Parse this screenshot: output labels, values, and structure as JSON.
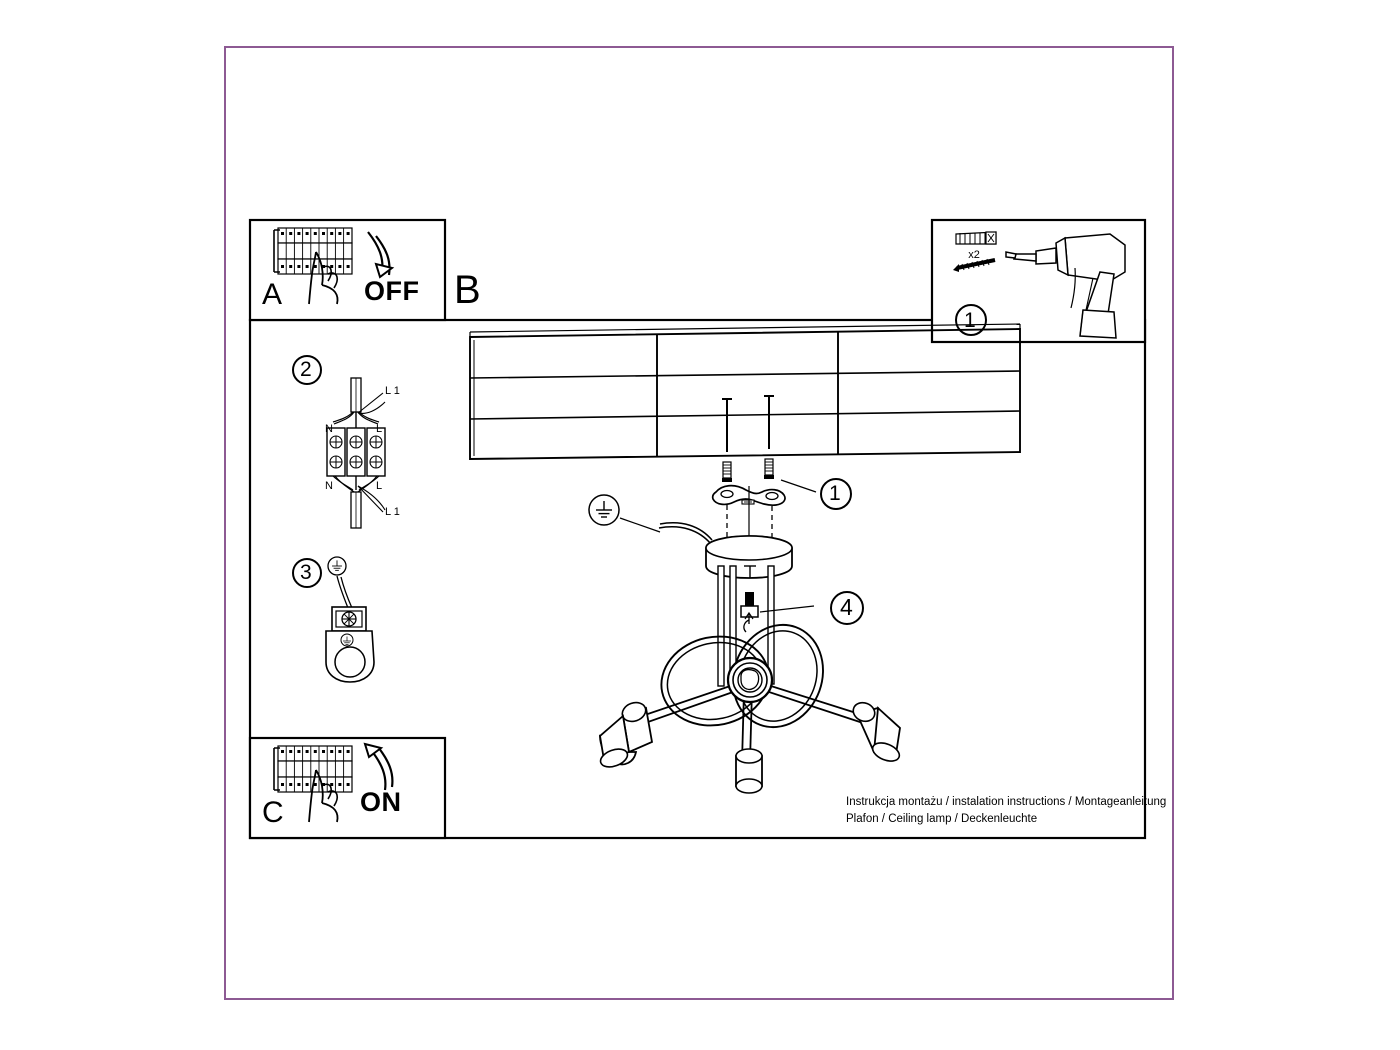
{
  "document": {
    "type": "assembly-instruction-sheet",
    "caption_line1": "Instrukcja montażu / instalation instructions / Montageanleitung",
    "caption_line2": "Plafon / Ceiling lamp / Deckenleuchte",
    "border_color": "#8d5a93",
    "ink_color": "#000000"
  },
  "panels": {
    "a": {
      "label": "A",
      "action_label": "OFF",
      "icon_breaker": "circuit-breaker-panel-icon",
      "icon_hand": "hand-pointing-icon",
      "icon_arrow": "curved-arrow-down-icon"
    },
    "b": {
      "label": "B"
    },
    "c": {
      "label": "C",
      "action_label": "ON",
      "icon_breaker": "circuit-breaker-panel-icon",
      "icon_hand": "hand-pointing-icon",
      "icon_arrow": "curved-arrow-up-icon"
    },
    "parts": {
      "step_number": "1",
      "quantity_label": "x2",
      "icon_wall_plug": "wall-plug-icon",
      "icon_screw": "screw-icon",
      "icon_drill": "power-drill-icon"
    }
  },
  "steps": {
    "step1": {
      "number": "1",
      "name": "mount-bracket-to-ceiling"
    },
    "step2": {
      "number": "2",
      "name": "terminal-block-wiring",
      "wire_labels": {
        "top_left": "N",
        "top_right": "L",
        "top_extra": "L 1",
        "bottom_left": "N",
        "bottom_right": "L",
        "bottom_extra": "L 1"
      }
    },
    "step3": {
      "number": "3",
      "name": "connect-earth-wire",
      "icon_earth": "earth-ground-icon"
    },
    "step4": {
      "number": "4",
      "name": "tighten-locking-nut",
      "icon_rotate": "rotate-arrow-icon"
    },
    "step1_bracket": {
      "number": "1"
    }
  },
  "diagram": {
    "ceiling": "ceiling-panels-perspective",
    "ceiling_rose": "ceiling-canopy",
    "earth_symbol": "earth-ground-icon",
    "lamp": "three-arm-ring-ceiling-lamp",
    "shade_count": 3
  }
}
